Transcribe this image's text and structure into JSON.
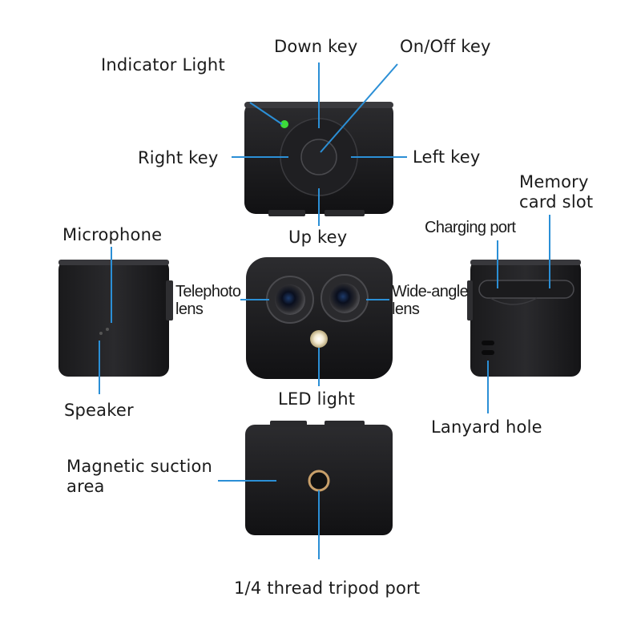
{
  "labels": {
    "indicator_light": "Indicator Light",
    "down_key": "Down key",
    "on_off_key": "On/Off key",
    "right_key": "Right key",
    "left_key": "Left key",
    "up_key": "Up key",
    "microphone": "Microphone",
    "speaker": "Speaker",
    "telephoto_lens_line1": "Telephoto",
    "telephoto_lens_line2": "lens",
    "wide_angle_lens_line1": "Wide-angle",
    "wide_angle_lens_line2": "lens",
    "led_light": "LED light",
    "charging_port": "Charging port",
    "memory_card_slot_line1": "Memory",
    "memory_card_slot_line2": "card slot",
    "lanyard_hole": "Lanyard hole",
    "magnetic_area_line1": "Magnetic suction",
    "magnetic_area_line2": "area",
    "tripod_port": "1/4 thread tripod port"
  },
  "colors": {
    "leader_line": "#2b8fd6",
    "body": "#1c1c1e",
    "indicator_led": "#3ddc3a",
    "tripod_ring": "#c9a06a"
  }
}
